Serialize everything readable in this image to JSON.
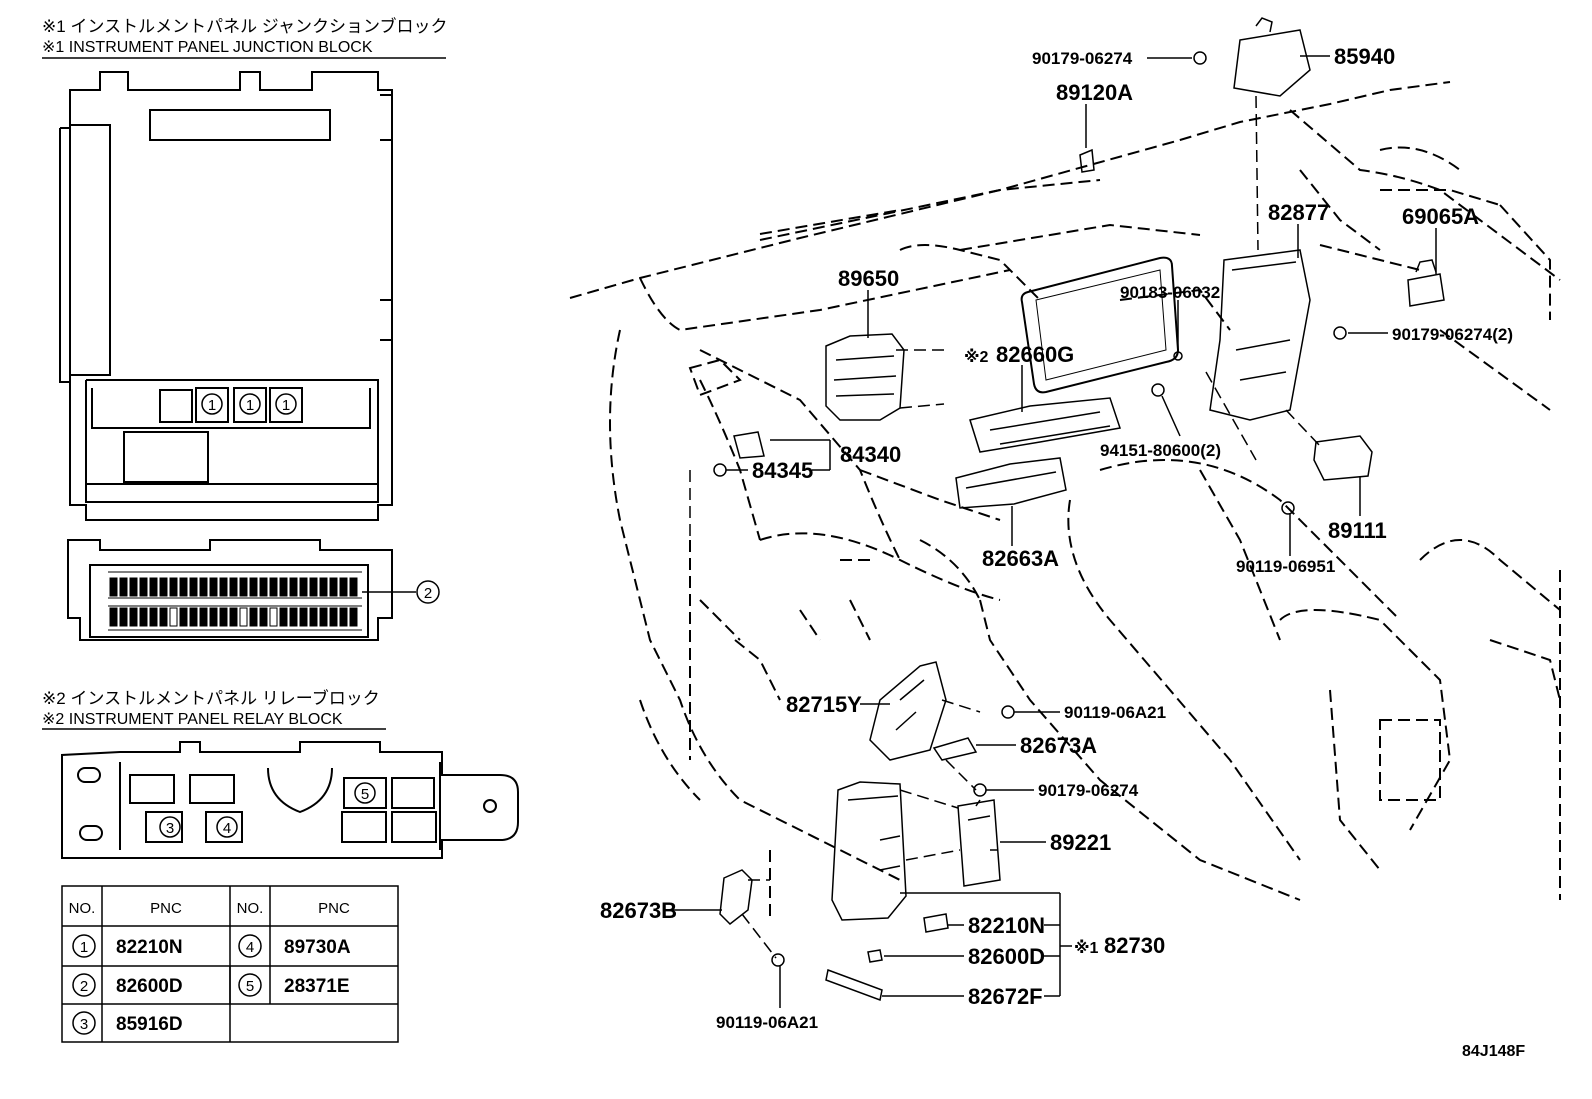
{
  "block1": {
    "title_jp": "※1 インストルメントパネル ジャンクションブロック",
    "title_en": "※1 INSTRUMENT PANEL JUNCTION BLOCK",
    "callout_1": "1",
    "callout_2": "2"
  },
  "block2": {
    "title_jp": "※2 インストルメントパネル リレーブロック",
    "title_en": "※2 INSTRUMENT PANEL RELAY BLOCK",
    "callout_3": "3",
    "callout_4": "4",
    "callout_5": "5"
  },
  "pnc_table": {
    "headers": [
      "NO.",
      "PNC",
      "NO.",
      "PNC"
    ],
    "rows": [
      {
        "no": "1",
        "pnc": "82210N",
        "no2": "4",
        "pnc2": "89730A"
      },
      {
        "no": "2",
        "pnc": "82600D",
        "no2": "5",
        "pnc2": "28371E"
      },
      {
        "no": "3",
        "pnc": "85916D",
        "no2": "",
        "pnc2": ""
      }
    ]
  },
  "parts": {
    "p90179_top": "90179-06274",
    "p85940": "85940",
    "p89120A": "89120A",
    "p82877": "82877",
    "p69065A": "69065A",
    "p89650": "89650",
    "p90183": "90183-06032",
    "p82660G_mark": "※2",
    "p82660G": "82660G",
    "p90179_2": "90179-06274(2)",
    "p84340": "84340",
    "p84345": "84345",
    "p94151": "94151-80600(2)",
    "p89111": "89111",
    "p82663A": "82663A",
    "p90119_06951": "90119-06951",
    "p82715Y": "82715Y",
    "p90119_a21_mid": "90119-06A21",
    "p82673A": "82673A",
    "p90179_low": "90179-06274",
    "p89221": "89221",
    "p82673B": "82673B",
    "p82210N": "82210N",
    "p82730_mark": "※1",
    "p82730": "82730",
    "p82600D": "82600D",
    "p82672F": "82672F",
    "p90119_a21_bot": "90119-06A21"
  },
  "figure_code": "84J148F"
}
